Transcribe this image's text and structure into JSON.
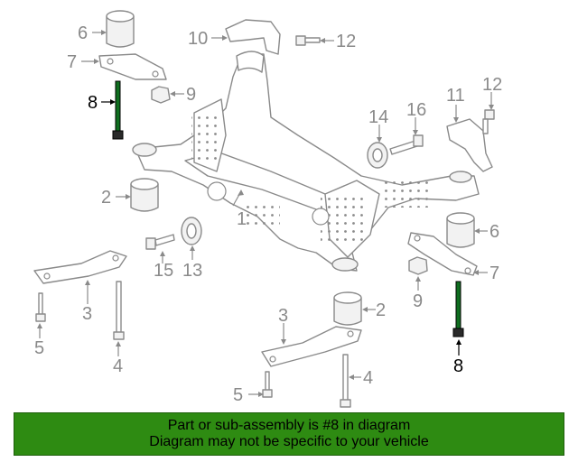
{
  "diagram": {
    "callouts": [
      "1",
      "2",
      "2",
      "3",
      "3",
      "4",
      "4",
      "5",
      "5",
      "6",
      "6",
      "7",
      "7",
      "8",
      "8",
      "9",
      "9",
      "10",
      "11",
      "12",
      "12",
      "13",
      "14",
      "15",
      "16"
    ],
    "highlight_part": "8",
    "colors": {
      "line": "#8a8a8a",
      "highlight": "#0f6e1f",
      "banner": "#2e8b12"
    }
  },
  "banner": {
    "line1": "Part or sub-assembly is #8 in diagram",
    "line2": "Diagram may not be specific to your vehicle"
  }
}
